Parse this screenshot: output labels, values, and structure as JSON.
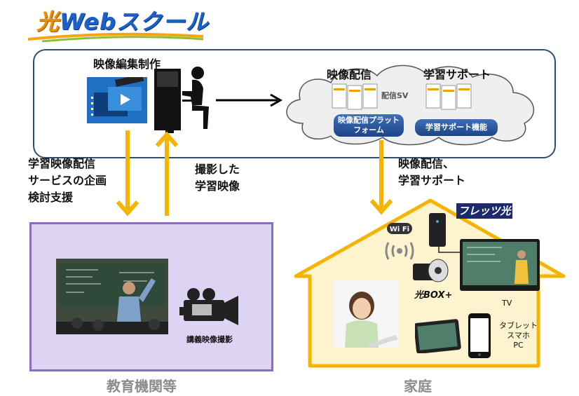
{
  "logo": {
    "brand_accent": "光",
    "brand_rest": "Webスクール"
  },
  "production": {
    "title": "映像編集制作"
  },
  "cloud": {
    "delivery_title": "映像配信",
    "support_title": "学習サポート",
    "server_label": "配信SV",
    "platform_label_1": "映像配信プラット",
    "platform_label_2": "フォーム",
    "support_function_label": "学習サポート機能"
  },
  "left_arrow_text": [
    "学習映像配信",
    "サービスの企画",
    "検討支援"
  ],
  "middle_arrow_text": [
    "撮影した",
    "学習映像"
  ],
  "right_arrow_text": [
    "映像配信、",
    "学習サポート"
  ],
  "school": {
    "camera_label": "講義映像撮影",
    "caption": "教育機関等"
  },
  "home": {
    "flets_badge": "フレッツ光",
    "wifi_label": "Wi Fi",
    "box_label": "光BOX+",
    "tv_label": "TV",
    "devices_label": [
      "タブレット",
      "スマホ",
      "PC"
    ],
    "caption": "家庭"
  },
  "colors": {
    "arrow_yellow": "#f5b400",
    "frame_navy": "#2f4f6f",
    "school_fill": "#ddd3f2",
    "school_border": "#8a6cc0",
    "house_fill": "#fdf3cf",
    "house_border": "#f5b400",
    "pill_blue": "#1d4587"
  }
}
